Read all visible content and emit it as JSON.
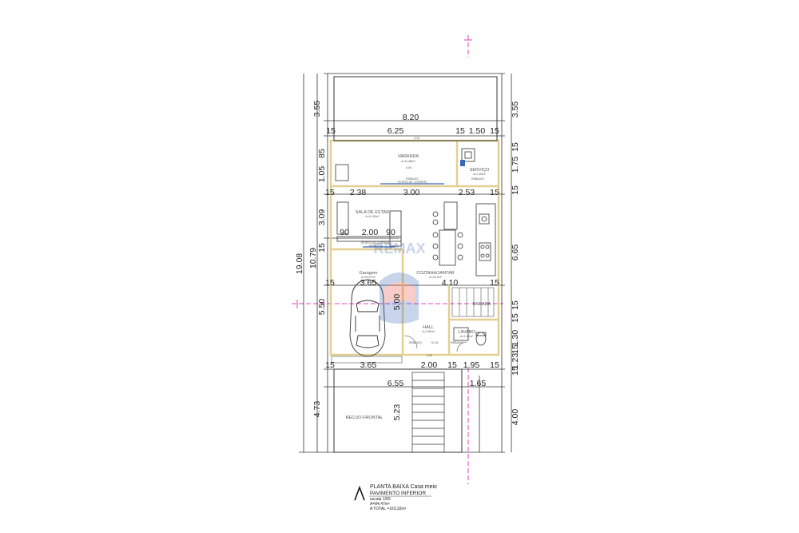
{
  "plan": {
    "dims_top": {
      "overall": "8.20",
      "wall_left": "15",
      "span_a": "6.25",
      "wall_mid": "15",
      "span_b": "1.50",
      "wall_right": "15"
    },
    "dims_mid": {
      "wall_left": "15",
      "a": "2.38",
      "b": "3.00",
      "c": "2.53",
      "wall_right": "15"
    },
    "dims_sofa": {
      "a": "90",
      "b": "2.00",
      "c": "90"
    },
    "dims_garage": {
      "w": "3.65",
      "depth": "5.00",
      "kitchen_w": "4.10"
    },
    "dims_bottom": {
      "wall_left": "15",
      "a": "3.65",
      "b": "2.00",
      "wall_mid": "15",
      "c": "1.95",
      "wall_right": "15",
      "d": "6.55",
      "e": "1.65"
    },
    "dims_left": {
      "overall": "19.08",
      "mid": "10.79",
      "a": "3.55",
      "b": "85",
      "c": "1.05",
      "d": "3.09",
      "e": "15",
      "f": "5.50",
      "g": "15",
      "h": "4.73",
      "i": "5.23"
    },
    "dims_right": {
      "a": "3.55",
      "b": "15",
      "c": "1.75",
      "d": "15",
      "e": "6.65",
      "f": "15",
      "g": "1.30",
      "h": "15",
      "i": "1.23",
      "j": "15",
      "k": "4.00"
    },
    "rooms": {
      "varanda": {
        "name": "VARANDA",
        "area": "A=11,86m²"
      },
      "servico": {
        "name": "SERVIÇO",
        "area": "A=2,80m²"
      },
      "sala": {
        "name": "SALA DE ESTAR",
        "area": "A=11,50m²"
      },
      "garagem": {
        "name": "Garagem",
        "area": "A=20,07m²"
      },
      "cozinha": {
        "name": "COZINHA/JANTAR",
        "area": "A=25,3m²"
      },
      "escada": {
        "name": "ESCADA",
        "area": ""
      },
      "hall": {
        "name": "HALL",
        "area": "A=2,80m²"
      },
      "lavabo": {
        "name": "LAVABO",
        "area": "A=1,60m²"
      },
      "recuo": {
        "name": "RECUO FRONTAL",
        "area": ""
      }
    },
    "levels": {
      "l1": "0,15",
      "l2": "0,00",
      "l3": "+0,15",
      "l4": "0,00"
    },
    "notes": {
      "rebaixo_top": "REBAIXO",
      "porta_top": "(PORTA DE CORRER)",
      "porta_sofa": "(PORTA DE CORRER)",
      "rebaixo_sofa": "REBAIXO",
      "rebaixo_serv": "REBAIXO",
      "rebaixo_lav": "REBAIXO",
      "rebaixo_hall": "REBAIXO"
    },
    "title": {
      "line1": "PLANTA BAIXA Casa meio",
      "line2": "PAVIMENTO INFERIOR",
      "scale": "escala 1/50",
      "area": "A=84,47m²",
      "total": "A TOTAL =163,32m²"
    },
    "watermark": "REMAX",
    "colors": {
      "accent_magenta": "#e040c8",
      "wall_tan": "#e4cf93",
      "line_dark": "#222222",
      "watermark_blue": "#3a67b8"
    }
  }
}
